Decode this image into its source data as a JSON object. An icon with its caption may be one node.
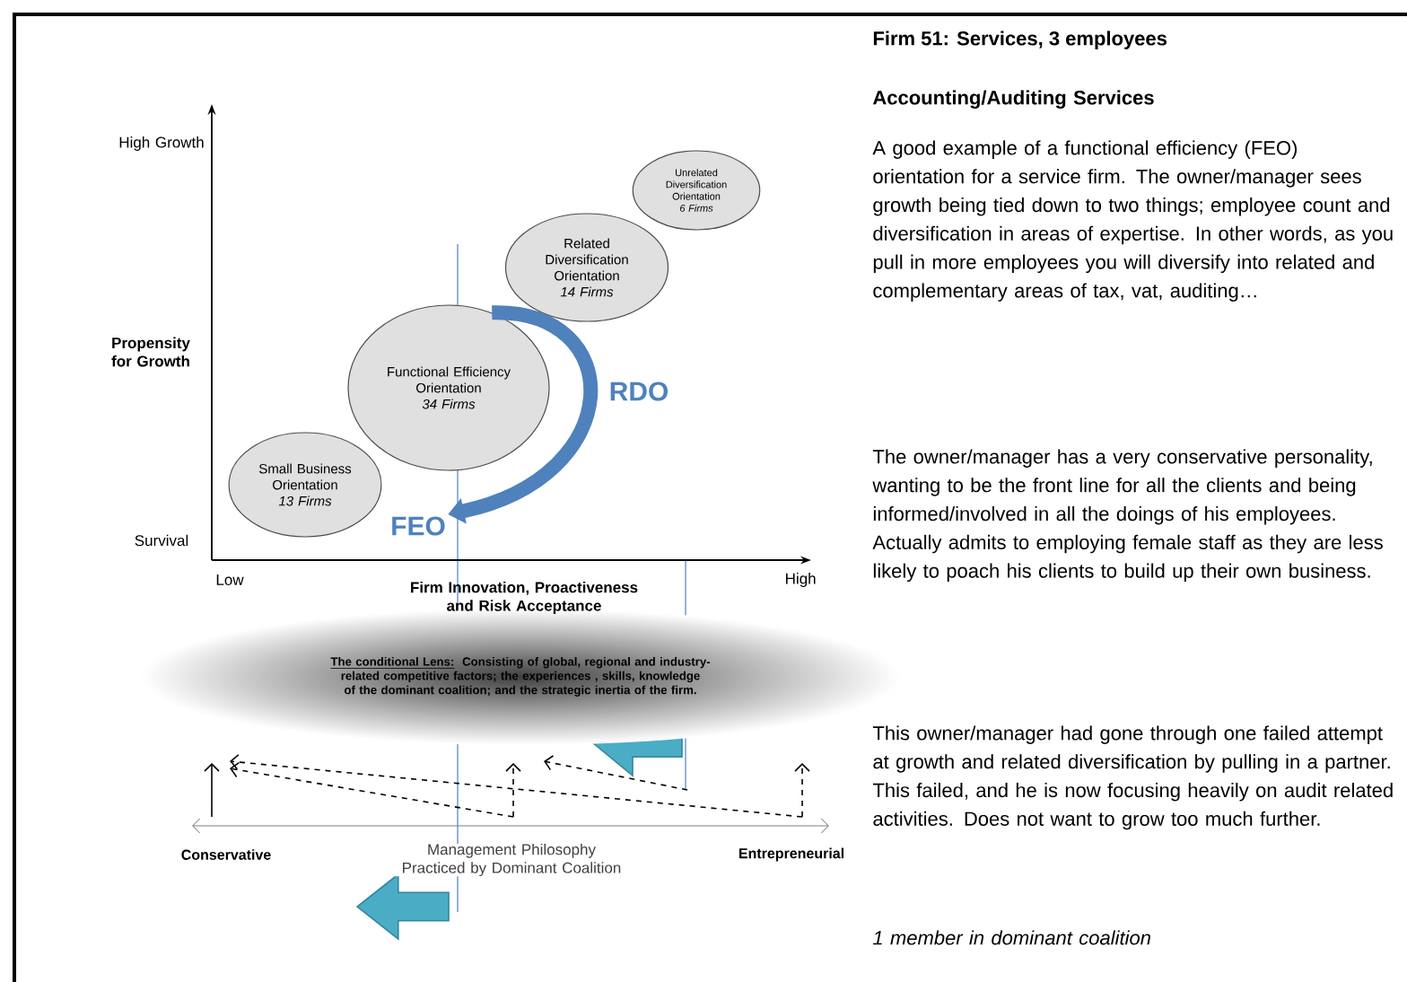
{
  "diagram": {
    "title": "Firm 51: Services, 3 employees",
    "nodes": [
      {
        "text": [
          "Small Business Orientation",
          "13 Firms"
        ]
      },
      {
        "text": [
          "Functional Efficiency Orientation",
          "34 Firms"
        ]
      },
      {
        "text": [
          "Related Diversification Orientation",
          "14 Firms"
        ]
      },
      {
        "text": [
          "Unrelated Diversification Orientation",
          "6 Firms"
        ]
      },
      {
        "text": [
          "The conditional Lens:",
          "Consisting of global, regional and industry-related competitive factors; the experiences , skills, knowledge of the dominant coalition; and the strategic inertia of the firm."
        ]
      },
      {
        "text": [
          "FEO"
        ]
      }
    ],
    "edges": [
      {
        "from": 1,
        "to": 5,
        "arrow": "to",
        "color": "#4f81bd"
      }
    ],
    "labels": [
      "High Growth",
      "Propensity for Growth",
      "RDO",
      "Survival",
      "Low",
      "Firm Innovation, Proactiveness and Risk Acceptance",
      "High",
      "Conservative",
      "Management Philosophy Practiced by Dominant Coalition",
      "Entrepreneurial",
      "Accounting/Auditing Services",
      "A good example of a functional efficiency (FEO) orientation for a service firm. The owner/manager sees growth being tied down to two things; employee count and diversification in areas of expertise. In other words, as you pull in more employees you will diversify into related and complementary areas of tax, vat, auditing…",
      "The owner/manager has a very conservative personality, wanting to be the front line for all the clients and being informed/involved in all the doings of his employees. Actually admits to employing female staff as they are less likely to poach his clients to build up their own business.",
      "This owner/manager had gone through one failed attempt at growth and related diversification by pulling in a partner. This failed, and he is now focusing heavily on audit related activities. Does not want to grow too much further.",
      "1 member in dominant coalition"
    ]
  }
}
